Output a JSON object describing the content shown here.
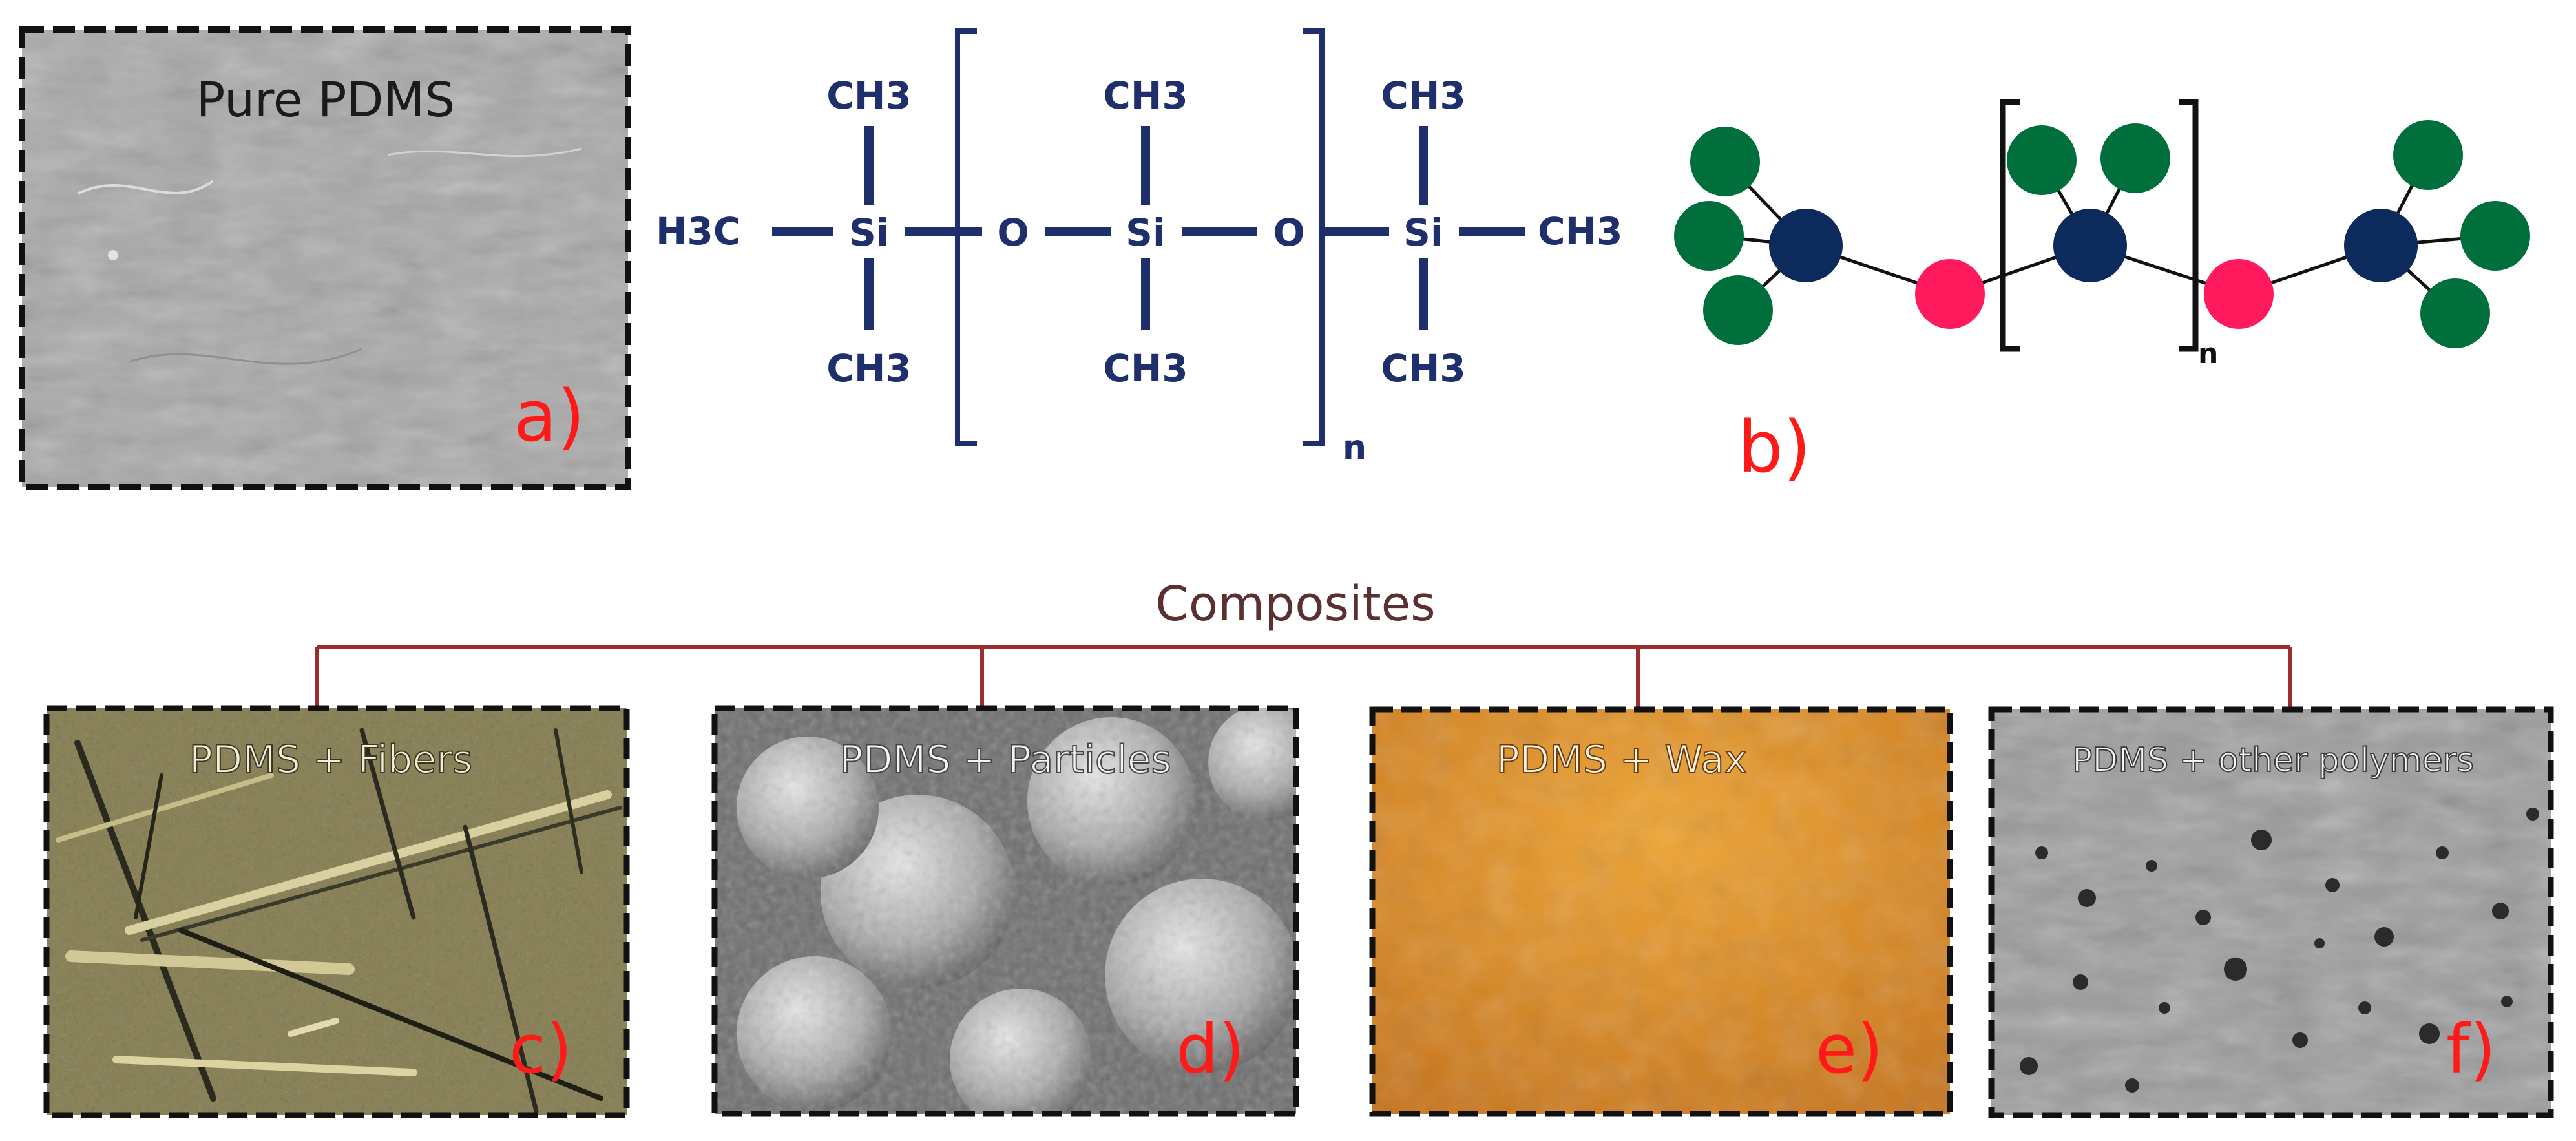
{
  "panels": {
    "a": {
      "title": "Pure PDMS",
      "letter": "a)"
    },
    "c": {
      "title": "PDMS + Fibers",
      "letter": "c)"
    },
    "d": {
      "title": "PDMS + Particles",
      "letter": "d)"
    },
    "e": {
      "title": "PDMS + Wax",
      "letter": "e)"
    },
    "f": {
      "title": "PDMS + other polymers",
      "letter": "f)"
    }
  },
  "structure": {
    "ch3_top": "CH3",
    "ch3_bottom": "CH3",
    "h3c_left": "H3C",
    "ch3_right": "CH3",
    "si": "Si",
    "o": "O",
    "repeat_n": "n"
  },
  "model": {
    "letter": "b)",
    "repeat_n": "n"
  },
  "composites": {
    "label": "Composites"
  },
  "colors": {
    "navy": "#1e2f6b",
    "red_letter": "#ff1a1a",
    "tree_line": "#9b2d2d",
    "tree_text": "#5b3030",
    "ball_green": "#006f3c",
    "ball_navy": "#0d2a5c",
    "ball_pink": "#ff1a5e"
  }
}
